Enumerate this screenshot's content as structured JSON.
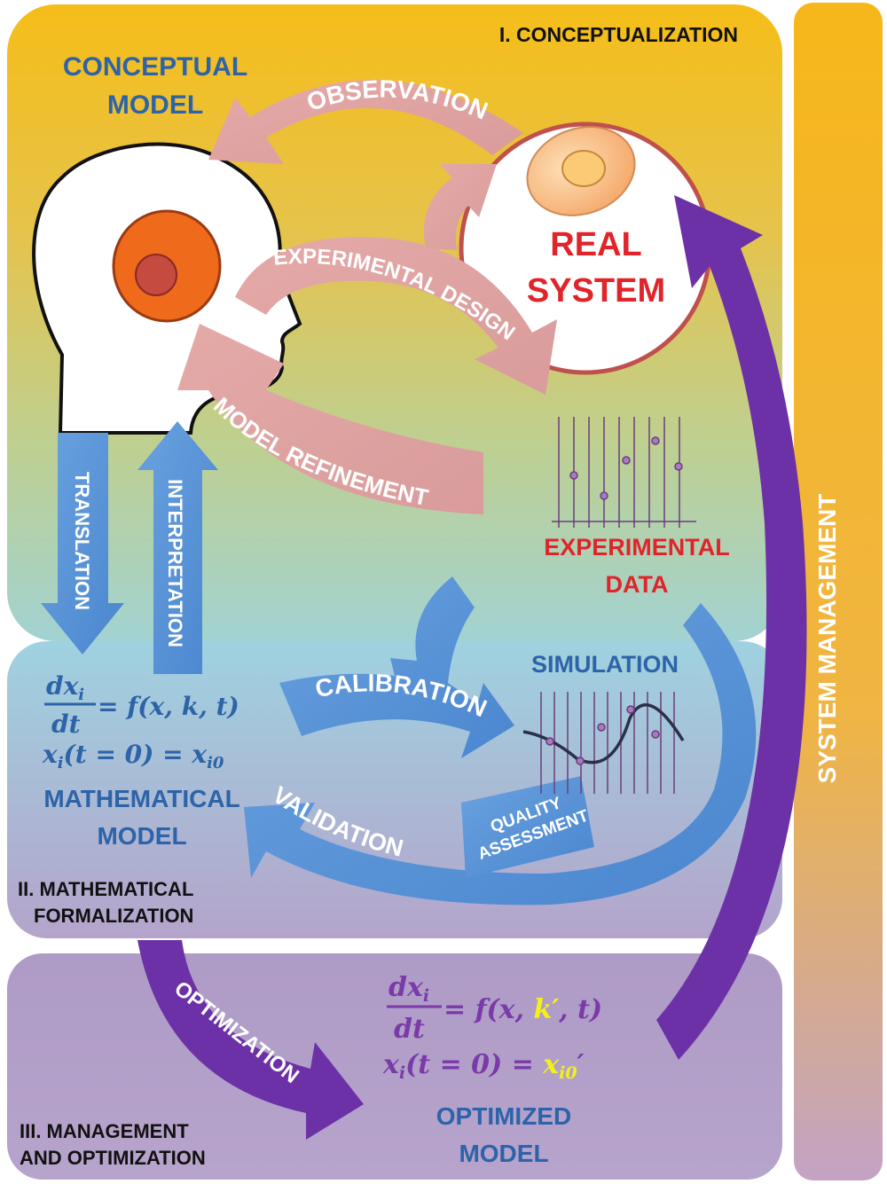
{
  "stages": {
    "conceptualization": "I. CONCEPTUALIZATION",
    "mathematical_line1": "II. MATHEMATICAL",
    "mathematical_line2": "FORMALIZATION",
    "management_line1": "III. MANAGEMENT",
    "management_line2": "AND OPTIMIZATION"
  },
  "nodes": {
    "conceptual_model_line1": "CONCEPTUAL",
    "conceptual_model_line2": "MODEL",
    "real_system_line1": "REAL",
    "real_system_line2": "SYSTEM",
    "experimental_data_line1": "EXPERIMENTAL",
    "experimental_data_line2": "DATA",
    "simulation": "SIMULATION",
    "mathematical_model_line1": "MATHEMATICAL",
    "mathematical_model_line2": "MODEL",
    "optimized_model_line1": "OPTIMIZED",
    "optimized_model_line2": "MODEL"
  },
  "arrows": {
    "observation": "OBSERVATION",
    "experimental_design": "EXPERIMENTAL DESIGN",
    "model_refinement": "MODEL REFINEMENT",
    "translation": "TRANSLATION",
    "interpretation": "INTERPRETATION",
    "calibration": "CALIBRATION",
    "validation": "VALIDATION",
    "quality_assessment_line1": "QUALITY",
    "quality_assessment_line2": "ASSESSMENT",
    "optimization": "OPTIMIZATION",
    "system_management": "SYSTEM MANAGEMENT"
  },
  "equations": {
    "model_ode_lhs_num": "dx",
    "model_ode_lhs_sub": "i",
    "model_ode_lhs_den": "dt",
    "model_ode_rhs": "= f(x, k, t)",
    "model_init": "x",
    "model_init_sub": "i",
    "model_init_rest": "(t = 0) = x",
    "model_init_sub2": "i0",
    "opt_ode_lhs_num": "dx",
    "opt_ode_lhs_sub": "i",
    "opt_ode_lhs_den": "dt",
    "opt_ode_rhs_a": "= f(x, ",
    "opt_ode_rhs_k": "k′",
    "opt_ode_rhs_b": ", t)",
    "opt_init": "x",
    "opt_init_sub": "i",
    "opt_init_rest": "(t = 0) = ",
    "opt_init_val": "x",
    "opt_init_val_sub": "i0",
    "opt_init_prime": "′"
  },
  "colors": {
    "stage1_top": "#f4bd1e",
    "stage1_bottom": "#a9d3cf",
    "stage2_top": "#9ed0de",
    "stage2_bottom": "#b3a5cb",
    "stage3": "#b3a0c9",
    "side_bar_top": "#f6b81c",
    "side_bar_bottom": "#c7a4c2",
    "pink_arrow": "#d9a0a0",
    "blue_arrow": "#5a95d8",
    "purple_arrow": "#6c31a6",
    "red_text": "#e0242a",
    "blue_text": "#2d63a8",
    "highlight": "#f2f218"
  }
}
